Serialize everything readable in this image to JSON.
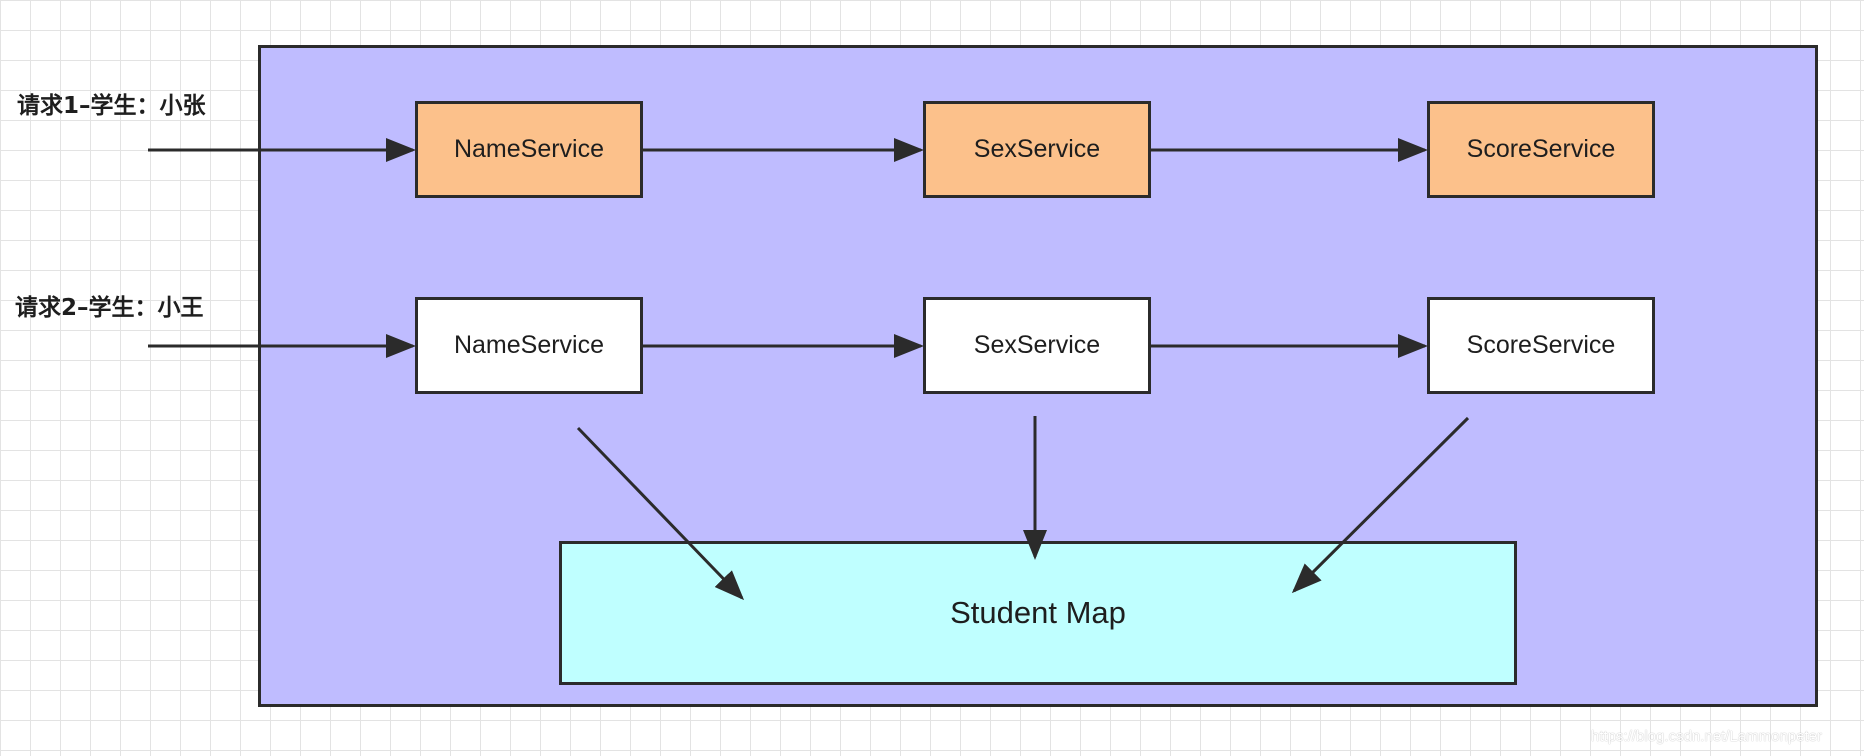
{
  "requests": [
    {
      "label": "请求1–学生：小张"
    },
    {
      "label": "请求2–学生：小王"
    }
  ],
  "row1": [
    "NameService",
    "SexService",
    "ScoreService"
  ],
  "row2": [
    "NameService",
    "SexService",
    "ScoreService"
  ],
  "map": {
    "label": "Student Map"
  },
  "watermark": "https://blog.csdn.net/Lammonpeter",
  "colors": {
    "container": "#bfbcff",
    "row1_box": "#fcc18b",
    "row2_box": "#ffffff",
    "map_box": "#bfffff",
    "stroke": "#2b2b2b"
  }
}
